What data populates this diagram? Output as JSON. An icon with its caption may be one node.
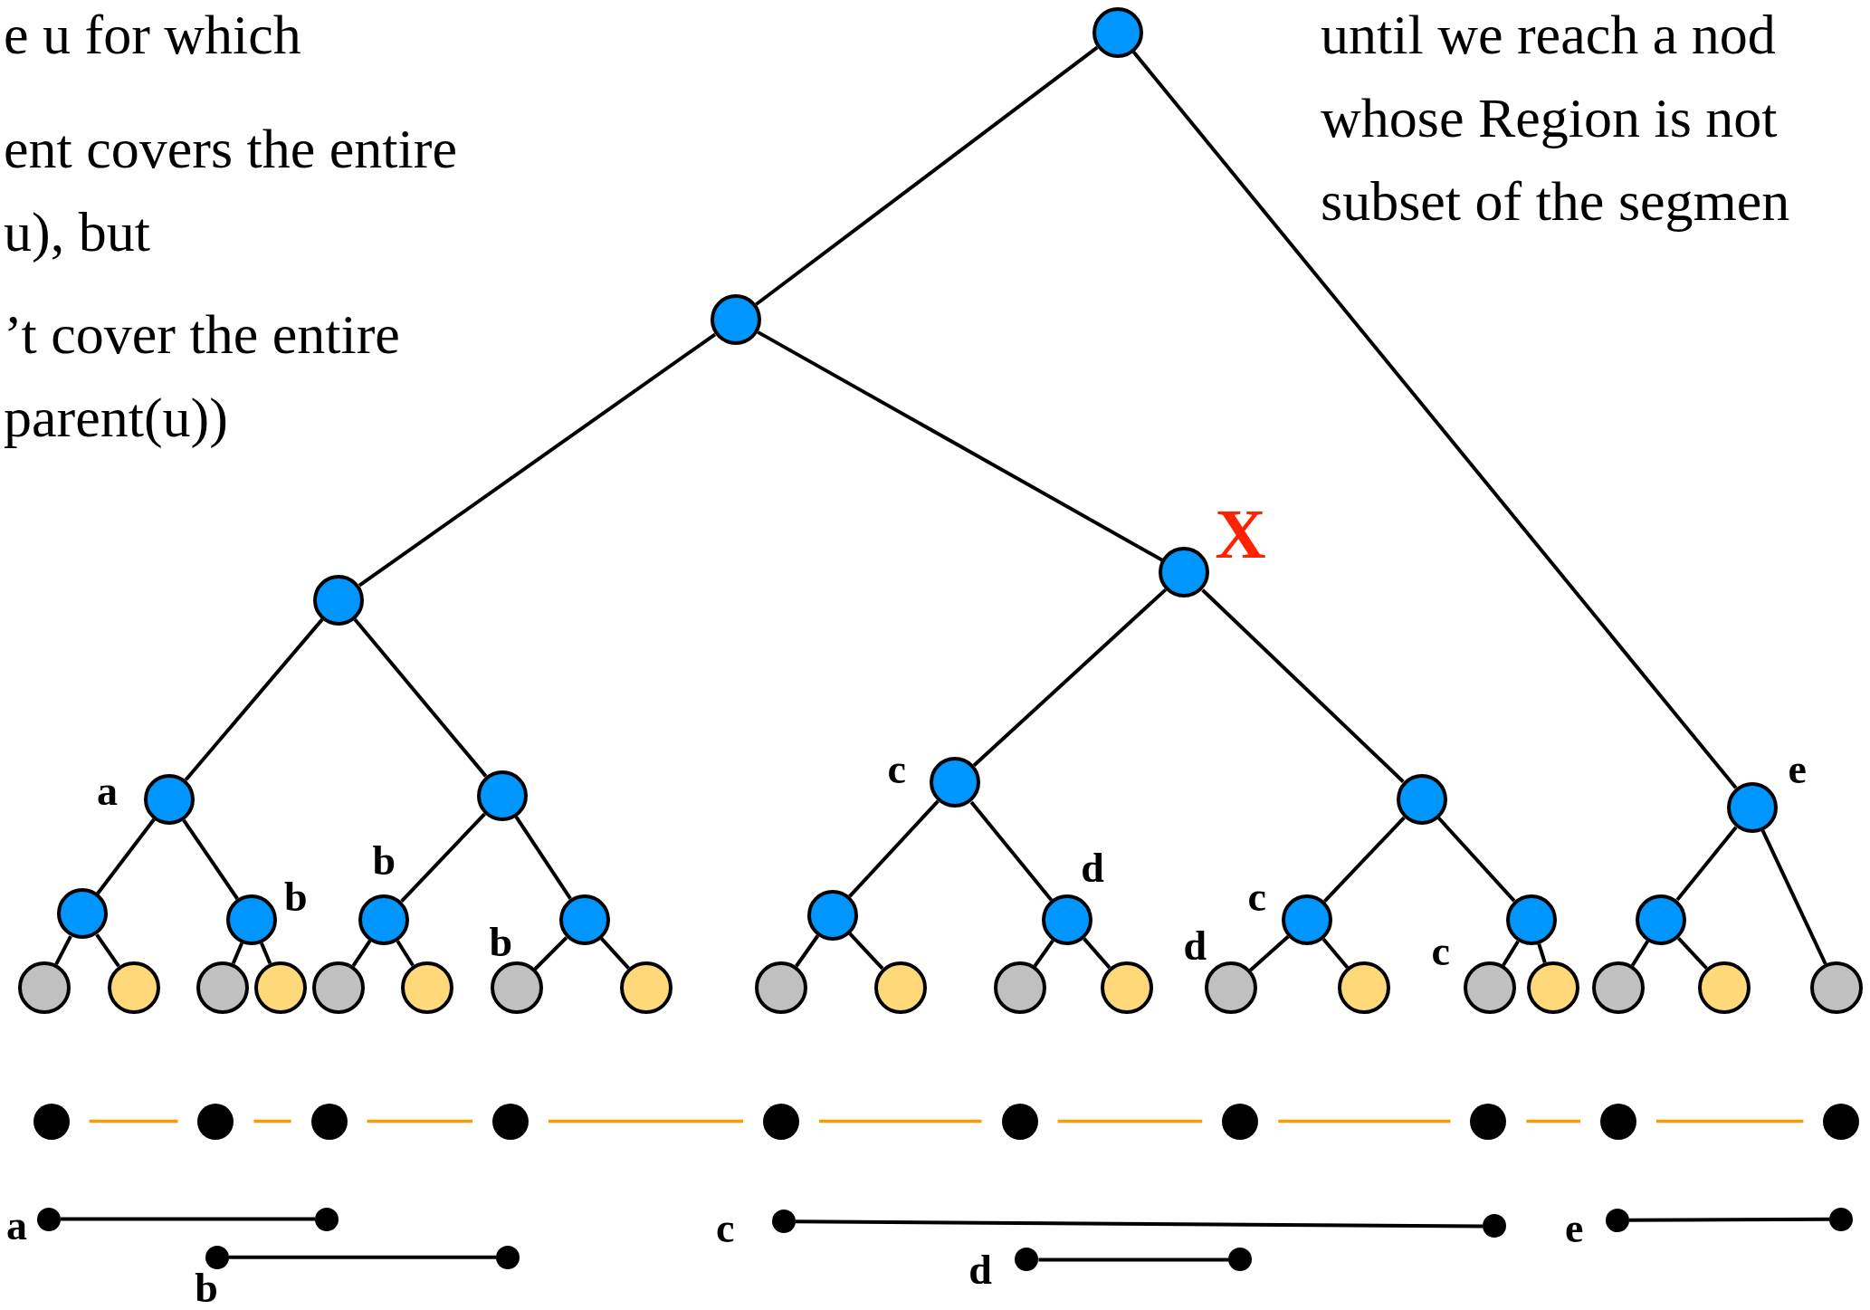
{
  "diagram": {
    "nodes": [
      {
        "text": [],
        "shape": "circle"
      },
      {
        "text": [],
        "shape": "circle"
      },
      {
        "text": [],
        "shape": "circle",
        "beside": [
          "X"
        ]
      },
      {
        "text": [],
        "shape": "circle"
      },
      {
        "text": [],
        "shape": "circle",
        "beside": [
          "a"
        ]
      },
      {
        "text": [],
        "shape": "circle"
      },
      {
        "text": [],
        "shape": "circle",
        "beside": [
          "c"
        ]
      },
      {
        "text": [],
        "shape": "circle"
      },
      {
        "text": [],
        "shape": "circle",
        "beside": [
          "e"
        ]
      },
      {
        "text": [],
        "shape": "circle"
      },
      {
        "text": [],
        "shape": "circle",
        "beside": [
          "b"
        ]
      },
      {
        "text": [],
        "shape": "circle",
        "beside": [
          "b"
        ]
      },
      {
        "text": [],
        "shape": "circle"
      },
      {
        "text": [],
        "shape": "circle"
      },
      {
        "text": [],
        "shape": "circle",
        "beside": [
          "d"
        ]
      },
      {
        "text": [],
        "shape": "circle",
        "beside": [
          "c"
        ]
      },
      {
        "text": [],
        "shape": "circle"
      },
      {
        "text": [],
        "shape": "circle"
      },
      {
        "text": [],
        "shape": "circle"
      },
      {
        "text": [],
        "shape": "circle"
      },
      {
        "text": [],
        "shape": "circle"
      },
      {
        "text": [],
        "shape": "circle"
      },
      {
        "text": [],
        "shape": "circle"
      },
      {
        "text": [],
        "shape": "circle"
      },
      {
        "text": [],
        "shape": "circle",
        "beside": [
          "b"
        ]
      },
      {
        "text": [],
        "shape": "circle"
      },
      {
        "text": [],
        "shape": "circle"
      },
      {
        "text": [],
        "shape": "circle"
      },
      {
        "text": [],
        "shape": "circle"
      },
      {
        "text": [],
        "shape": "circle"
      },
      {
        "text": [],
        "shape": "circle",
        "beside": [
          "d"
        ]
      },
      {
        "text": [],
        "shape": "circle"
      },
      {
        "text": [],
        "shape": "circle",
        "beside": [
          "c"
        ]
      },
      {
        "text": [],
        "shape": "circle"
      },
      {
        "text": [],
        "shape": "circle"
      },
      {
        "text": [],
        "shape": "circle"
      },
      {
        "text": [],
        "shape": "circle"
      },
      {
        "text": [],
        "shape": "circle"
      },
      {
        "text": [],
        "shape": "circle"
      },
      {
        "text": [],
        "shape": "circle"
      },
      {
        "text": [],
        "shape": "circle"
      },
      {
        "text": [],
        "shape": "circle"
      },
      {
        "text": [],
        "shape": "circle"
      },
      {
        "text": [],
        "shape": "circle"
      },
      {
        "text": [],
        "shape": "circle"
      },
      {
        "text": [],
        "shape": "circle"
      },
      {
        "text": [],
        "shape": "circle"
      },
      {
        "text": [],
        "shape": "circle",
        "beside": [
          "a"
        ]
      },
      {
        "text": [],
        "shape": "circle"
      },
      {
        "text": [],
        "shape": "circle",
        "beside": [
          "b"
        ]
      },
      {
        "text": [],
        "shape": "circle"
      },
      {
        "text": [],
        "shape": "circle",
        "beside": [
          "c"
        ]
      },
      {
        "text": [],
        "shape": "circle"
      },
      {
        "text": [],
        "shape": "circle",
        "beside": [
          "d"
        ]
      },
      {
        "text": [],
        "shape": "circle"
      },
      {
        "text": [],
        "shape": "circle",
        "beside": [
          "e"
        ]
      },
      {
        "text": [],
        "shape": "circle"
      }
    ],
    "edges": [
      {
        "from": 0,
        "to": 1,
        "arrow": "none"
      },
      {
        "from": 0,
        "to": 8,
        "arrow": "none"
      },
      {
        "from": 1,
        "to": 3,
        "arrow": "none"
      },
      {
        "from": 1,
        "to": 2,
        "arrow": "none"
      },
      {
        "from": 3,
        "to": 4,
        "arrow": "none"
      },
      {
        "from": 3,
        "to": 5,
        "arrow": "none"
      },
      {
        "from": 2,
        "to": 6,
        "arrow": "none"
      },
      {
        "from": 2,
        "to": 7,
        "arrow": "none"
      },
      {
        "from": 4,
        "to": 9,
        "arrow": "none"
      },
      {
        "from": 4,
        "to": 10,
        "arrow": "none"
      },
      {
        "from": 5,
        "to": 11,
        "arrow": "none"
      },
      {
        "from": 5,
        "to": 12,
        "arrow": "none"
      },
      {
        "from": 6,
        "to": 13,
        "arrow": "none"
      },
      {
        "from": 6,
        "to": 14,
        "arrow": "none"
      },
      {
        "from": 7,
        "to": 15,
        "arrow": "none"
      },
      {
        "from": 7,
        "to": 16,
        "arrow": "none"
      },
      {
        "from": 8,
        "to": 17,
        "arrow": "none"
      },
      {
        "from": 8,
        "to": 36,
        "arrow": "none"
      },
      {
        "from": 9,
        "to": 18,
        "arrow": "none"
      },
      {
        "from": 9,
        "to": 19,
        "arrow": "none"
      },
      {
        "from": 10,
        "to": 20,
        "arrow": "none"
      },
      {
        "from": 10,
        "to": 21,
        "arrow": "none"
      },
      {
        "from": 11,
        "to": 22,
        "arrow": "none"
      },
      {
        "from": 11,
        "to": 23,
        "arrow": "none"
      },
      {
        "from": 12,
        "to": 24,
        "arrow": "none"
      },
      {
        "from": 12,
        "to": 25,
        "arrow": "none"
      },
      {
        "from": 13,
        "to": 26,
        "arrow": "none"
      },
      {
        "from": 13,
        "to": 27,
        "arrow": "none"
      },
      {
        "from": 14,
        "to": 28,
        "arrow": "none"
      },
      {
        "from": 14,
        "to": 29,
        "arrow": "none"
      },
      {
        "from": 15,
        "to": 30,
        "arrow": "none"
      },
      {
        "from": 15,
        "to": 31,
        "arrow": "none"
      },
      {
        "from": 16,
        "to": 32,
        "arrow": "none"
      },
      {
        "from": 16,
        "to": 33,
        "arrow": "none"
      },
      {
        "from": 17,
        "to": 34,
        "arrow": "none"
      },
      {
        "from": 17,
        "to": 35,
        "arrow": "none"
      },
      {
        "from": 37,
        "to": 38,
        "arrow": "none",
        "color": "#ff9900"
      },
      {
        "from": 38,
        "to": 39,
        "arrow": "none",
        "color": "#ff9900"
      },
      {
        "from": 39,
        "to": 40,
        "arrow": "none",
        "color": "#ff9900"
      },
      {
        "from": 40,
        "to": 41,
        "arrow": "none",
        "color": "#ff9900"
      },
      {
        "from": 41,
        "to": 42,
        "arrow": "none",
        "color": "#ff9900"
      },
      {
        "from": 42,
        "to": 43,
        "arrow": "none",
        "color": "#ff9900"
      },
      {
        "from": 43,
        "to": 44,
        "arrow": "none",
        "color": "#ff9900"
      },
      {
        "from": 44,
        "to": 45,
        "arrow": "none",
        "color": "#ff9900"
      },
      {
        "from": 45,
        "to": 46,
        "arrow": "none",
        "color": "#ff9900"
      },
      {
        "from": 47,
        "to": 48,
        "arrow": "none"
      },
      {
        "from": 49,
        "to": 50,
        "arrow": "none"
      },
      {
        "from": 51,
        "to": 52,
        "arrow": "none"
      },
      {
        "from": 53,
        "to": 54,
        "arrow": "none"
      },
      {
        "from": 55,
        "to": 56,
        "arrow": "none"
      }
    ],
    "labels": [
      "e u for which",
      "ent covers the entire u), but",
      "’t cover the entire parent(u))",
      "until we reach a nod whose Region is not subset of the segmen"
    ]
  }
}
